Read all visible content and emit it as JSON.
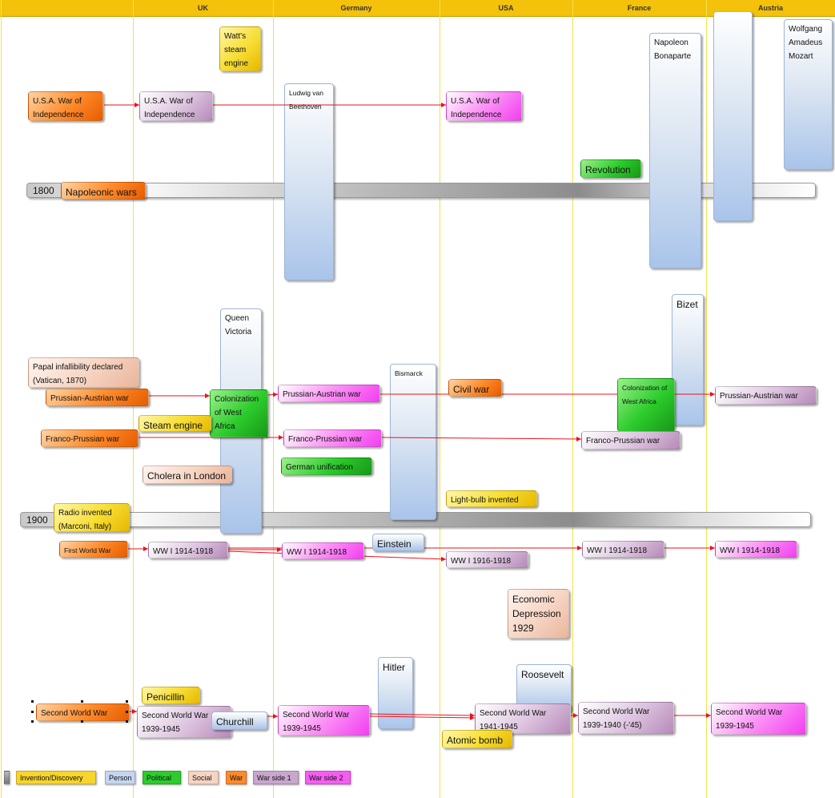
{
  "columns": [
    "UK",
    "Germany",
    "USA",
    "France",
    "Austria"
  ],
  "colors": {
    "header": "#f4c20a",
    "arrow": "#e8141c",
    "invention": "#f7de34",
    "person": "#a9c4ea",
    "political": "#2ccc2c",
    "social": "#f6d4c2",
    "war": "#ff8a2a",
    "war_side_1": "#ddc4df",
    "war_side_2": "#fc9cf6"
  },
  "timebars": {
    "year_1800": "1800",
    "year_1900": "1900"
  },
  "nodes": {
    "watt": "Watt's steam engine",
    "mozart": "Wolfgang Amadeus Mozart",
    "napoleon": "Napoleon Bonaparte",
    "beethoven": "Ludwig van Beethoven",
    "usa_indep_war": "U.S.A. War of Independence",
    "usa_indep_uk": "U.S.A. War of Independence",
    "usa_indep_usa": "U.S.A. War of Independence",
    "revolution": "Revolution",
    "napoleonic_wars": "Napoleonic wars",
    "bizet": "Bizet",
    "queen_victoria": "Queen Victoria",
    "papal": "Papal infallibility declared (Vatican, 1870)",
    "bismarck": "Bismarck",
    "civil_war": "Civil war",
    "pa_war_world": "Prussian-Austrian war",
    "pa_war_germany": "Prussian-Austrian war",
    "pa_war_austria": "Prussian-Austrian war",
    "colonization_uk": "Colonization of West Africa",
    "colonization_fr": "Colonization of West Africa",
    "steam_engine": "Steam engine",
    "fp_war_world": "Franco-Prussian war",
    "fp_war_germany": "Franco-Prussian war",
    "fp_war_france": "Franco-Prussian war",
    "german_unification": "German unification",
    "cholera": "Cholera in London",
    "light_bulb": "Light-bulb invented",
    "radio": "Radio invented (Marconi, Italy)",
    "first_ww": "First World War",
    "ww1_uk": "WW I 1914-1918",
    "ww1_germany": "WW I 1914-1918",
    "einstein": "Einstein",
    "ww1_usa": "WW I 1916-1918",
    "ww1_france": "WW I 1914-1918",
    "ww1_austria": "WW I 1914-1918",
    "depression": "Economic Depression 1929",
    "hitler": "Hitler",
    "roosevelt": "Roosevelt",
    "penicillin": "Penicillin",
    "second_ww": "Second World War",
    "ww2_uk": "Second World War 1939-1945",
    "churchill": "Churchill",
    "ww2_germany": "Second World War 1939-1945",
    "ww2_usa": "Second World War 1941-1945",
    "ww2_france": "Second World War 1939-1940 (-'45)",
    "ww2_austria": "Second World War 1939-1945",
    "atomic_bomb": "Atomic bomb"
  },
  "legend": [
    {
      "key": "invention",
      "label": "Invention/Discovery"
    },
    {
      "key": "person",
      "label": "Person"
    },
    {
      "key": "political",
      "label": "Political"
    },
    {
      "key": "social",
      "label": "Social"
    },
    {
      "key": "war",
      "label": "War"
    },
    {
      "key": "side1",
      "label": "War side 1"
    },
    {
      "key": "side2",
      "label": "War side 2"
    }
  ]
}
